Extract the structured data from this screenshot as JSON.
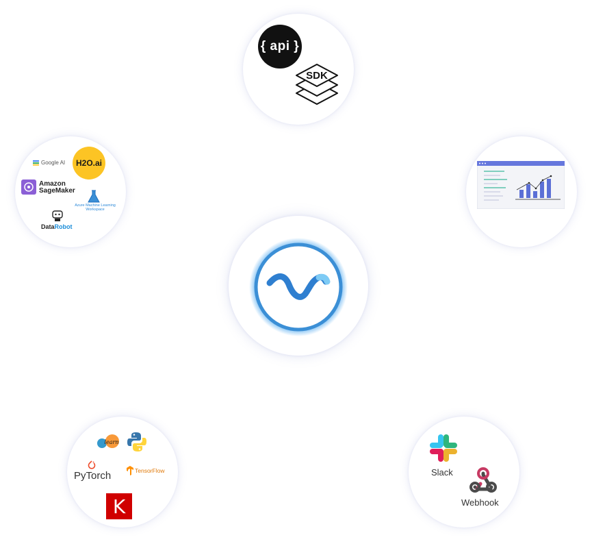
{
  "api_node": {
    "api_label": "{ api }",
    "sdk_label": "SDK"
  },
  "platforms_node": {
    "google_ai": "Google AI",
    "h2o": "H2O.ai",
    "sagemaker_line1": "Amazon",
    "sagemaker_line2": "SageMaker",
    "azure_line1": "Azure Machine Learning",
    "azure_line2": "Workspace",
    "datarobot_data": "Data",
    "datarobot_robot": "Robot"
  },
  "libs_node": {
    "sklearn": "learn",
    "pytorch": "PyTorch",
    "tensorflow": "TensorFlow",
    "keras": "K"
  },
  "notify_node": {
    "slack": "Slack",
    "webhook": "Webhook"
  },
  "colors": {
    "brand_blue": "#3b8fd6",
    "h2o_yellow": "#fcc424",
    "keras_red": "#d00000",
    "dash_bars": "#5b6fd6"
  }
}
